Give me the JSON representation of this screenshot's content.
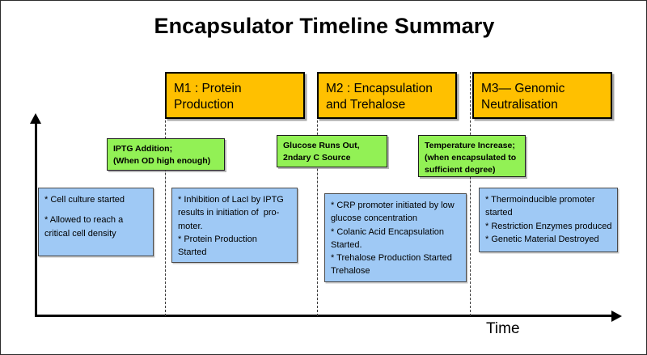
{
  "title": "Encapsulator Timeline Summary",
  "axes": {
    "x_label": "Time",
    "y_label": ""
  },
  "milestones": [
    {
      "id": "m1",
      "line1": "M1 : Protein",
      "line2": "Production"
    },
    {
      "id": "m2",
      "line1": "M2 : Encapsulation",
      "line2": "and Trehalose"
    },
    {
      "id": "m3",
      "line1": "M3— Genomic",
      "line2": "Neutralisation"
    }
  ],
  "events": [
    {
      "id": "iptg",
      "line1": "IPTG Addition;",
      "line2": "(When OD high enough)",
      "line3": ""
    },
    {
      "id": "glucose",
      "line1": "Glucose Runs Out,",
      "line2": "2ndary C Source",
      "line3": ""
    },
    {
      "id": "temperature",
      "line1": "Temperature Increase;",
      "line2": "(when encapsulated to",
      "line3": "sufficient degree)"
    }
  ],
  "details": [
    {
      "id": "phase1",
      "line1": "* Cell culture started",
      "line2": "",
      "line3": "* Allowed to reach a",
      "line4": "critical cell density",
      "line5": "",
      "line6": ""
    },
    {
      "id": "phase2",
      "line1": "* Inhibition of LacI by IPTG",
      "line2": "results in initiation of  pro-",
      "line3": "moter.",
      "line4": "* Protein Production",
      "line5": "Started",
      "line6": ""
    },
    {
      "id": "phase3",
      "line1": "* CRP promoter initiated by low",
      "line2": "glucose concentration",
      "line3": "* Colanic Acid Encapsulation",
      "line4": "Started.",
      "line5": "* Trehalose Production Started",
      "line6": "Trehalose"
    },
    {
      "id": "phase4",
      "line1": "* Thermoinducible promoter",
      "line2": "started",
      "line3": "* Restriction Enzymes produced",
      "line4": "* Genetic Material Destroyed",
      "line5": "",
      "line6": ""
    }
  ],
  "colors": {
    "milestone_fill": "#FFC000",
    "event_fill": "#92F155",
    "detail_fill": "#9FC9F5",
    "axis": "#000000",
    "divider": "#3a3a3a"
  }
}
